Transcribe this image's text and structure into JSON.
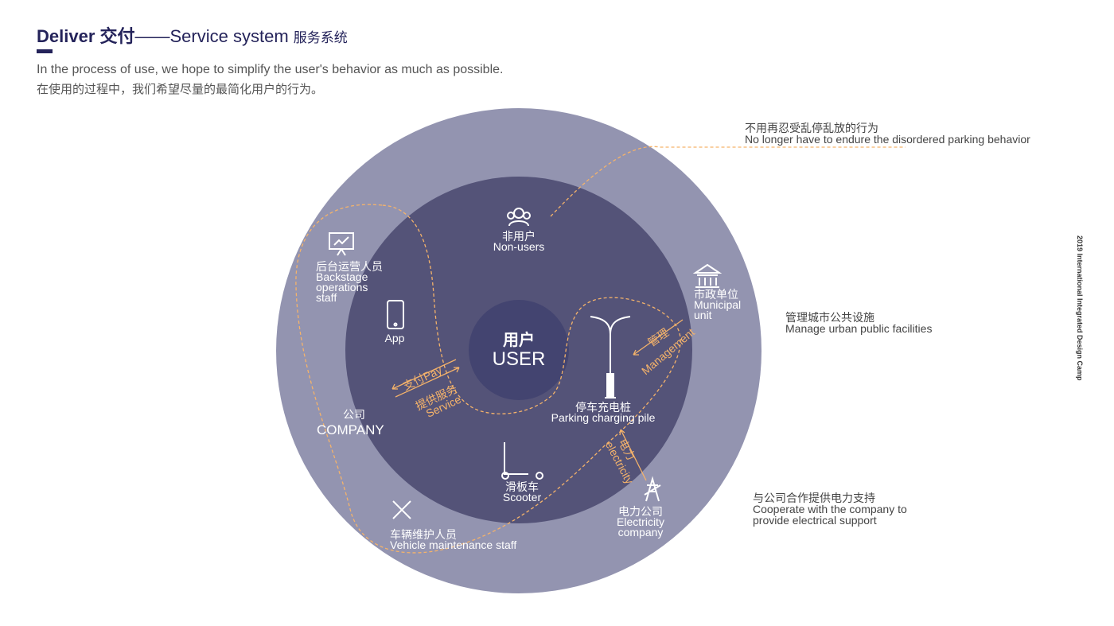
{
  "header": {
    "title_bold": "Deliver 交付",
    "title_sep": "——",
    "title_light": "Service system",
    "title_cn": "服务系统",
    "subtitle_en": "In the process of use, we hope to simplify the user's behavior as much as possible.",
    "subtitle_cn": "在使用的过程中，我们希望尽量的最简化用户的行为。"
  },
  "side_text": "2019 International Integrated Design Camp",
  "center": {
    "cn": "用户",
    "en": "USER"
  },
  "nodes": {
    "non_users": {
      "cn": "非用户",
      "en": "Non-users"
    },
    "backstage": {
      "cn": "后台运营人员",
      "en1": "Backstage",
      "en2": "operations",
      "en3": "staff"
    },
    "app": {
      "en": "App"
    },
    "company": {
      "cn": "公司",
      "en": "COMPANY"
    },
    "municipal": {
      "cn": "市政单位",
      "en1": "Municipal",
      "en2": "unit"
    },
    "parking": {
      "cn": "停车充电桩",
      "en": "Parking charging pile"
    },
    "scooter": {
      "cn": "滑板车",
      "en": "Scooter"
    },
    "electricity": {
      "cn": "电力公司",
      "en1": "Electricity",
      "en2": "company"
    },
    "maintenance": {
      "cn": "车辆维护人员",
      "en": "Vehicle maintenance staff"
    }
  },
  "flows": {
    "pay": "支付Pay",
    "service_cn": "提供服务",
    "service_en": "Service",
    "manage_cn": "管理",
    "manage_en": "Management",
    "elec_cn": "电力",
    "elec_en": "electricity"
  },
  "notes": {
    "n1_cn": "不用再忍受乱停乱放的行为",
    "n1_en": "No longer have to endure the disordered parking behavior",
    "n2_cn": "管理城市公共设施",
    "n2_en": "Manage urban public facilities",
    "n3_cn": "与公司合作提供电力支持",
    "n3_en1": "Cooperate with the company to",
    "n3_en2": "provide electrical support"
  },
  "colors": {
    "outer": "#9394b0",
    "middle": "#545378",
    "inner": "#434470",
    "accent": "#f5b36a",
    "navy": "#24235a"
  }
}
